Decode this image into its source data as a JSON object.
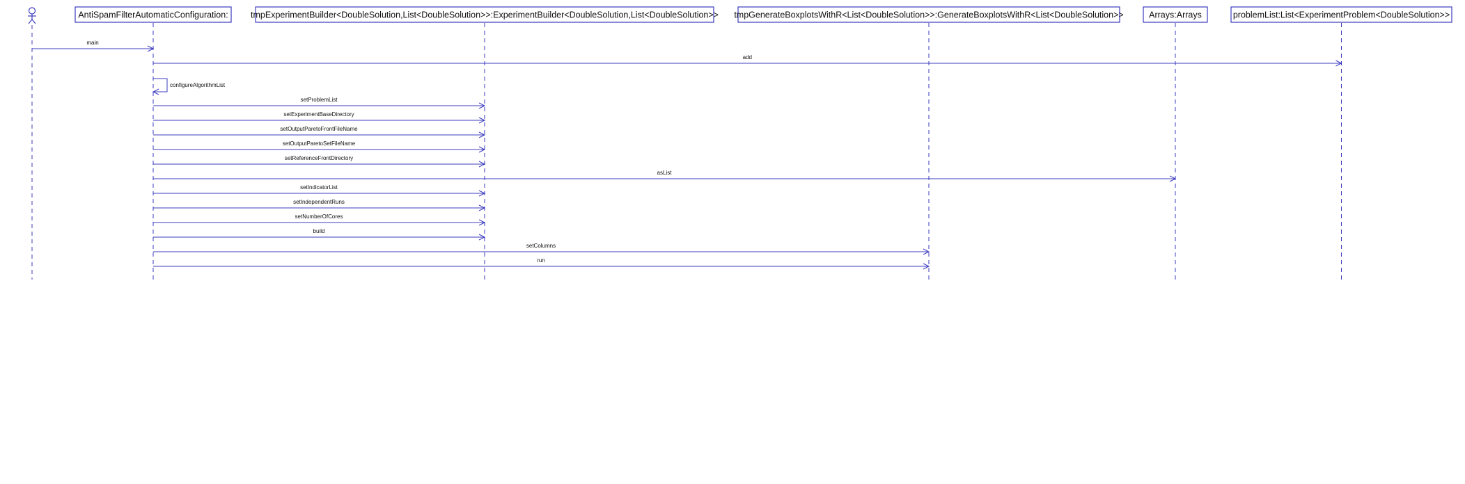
{
  "diagram": {
    "type": "sequence",
    "colors": {
      "line": "#3b3bbf",
      "text": "#111111",
      "background": "#ffffff"
    },
    "actor": {
      "icon": "stick-figure-icon",
      "label": ""
    },
    "participants": [
      {
        "id": "actor",
        "label": ""
      },
      {
        "id": "p1",
        "label": "AntiSpamFilterAutomaticConfiguration:"
      },
      {
        "id": "p2",
        "label": "tmpExperimentBuilder<DoubleSolution,List<DoubleSolution>>:ExperimentBuilder<DoubleSolution,List<DoubleSolution>>"
      },
      {
        "id": "p3",
        "label": "tmpGenerateBoxplotsWithR<List<DoubleSolution>>:GenerateBoxplotsWithR<List<DoubleSolution>>"
      },
      {
        "id": "p4",
        "label": "Arrays:Arrays"
      },
      {
        "id": "p5",
        "label": "problemList:List<ExperimentProblem<DoubleSolution>>"
      }
    ],
    "messages": [
      {
        "from": "actor",
        "to": "p1",
        "label": "main"
      },
      {
        "from": "p1",
        "to": "p5",
        "label": "add"
      },
      {
        "from": "p1",
        "to": "p1",
        "label": "configureAlgorithmList",
        "self": true
      },
      {
        "from": "p1",
        "to": "p2",
        "label": "setProblemList"
      },
      {
        "from": "p1",
        "to": "p2",
        "label": "setExperimentBaseDirectory"
      },
      {
        "from": "p1",
        "to": "p2",
        "label": "setOutputParetoFrontFileName"
      },
      {
        "from": "p1",
        "to": "p2",
        "label": "setOutputParetoSetFileName"
      },
      {
        "from": "p1",
        "to": "p2",
        "label": "setReferenceFrontDirectory"
      },
      {
        "from": "p1",
        "to": "p4",
        "label": "asList"
      },
      {
        "from": "p1",
        "to": "p2",
        "label": "setIndicatorList"
      },
      {
        "from": "p1",
        "to": "p2",
        "label": "setIndependentRuns"
      },
      {
        "from": "p1",
        "to": "p2",
        "label": "setNumberOfCores"
      },
      {
        "from": "p1",
        "to": "p2",
        "label": "build"
      },
      {
        "from": "p1",
        "to": "p3",
        "label": "setColumns"
      },
      {
        "from": "p1",
        "to": "p3",
        "label": "run"
      }
    ]
  }
}
